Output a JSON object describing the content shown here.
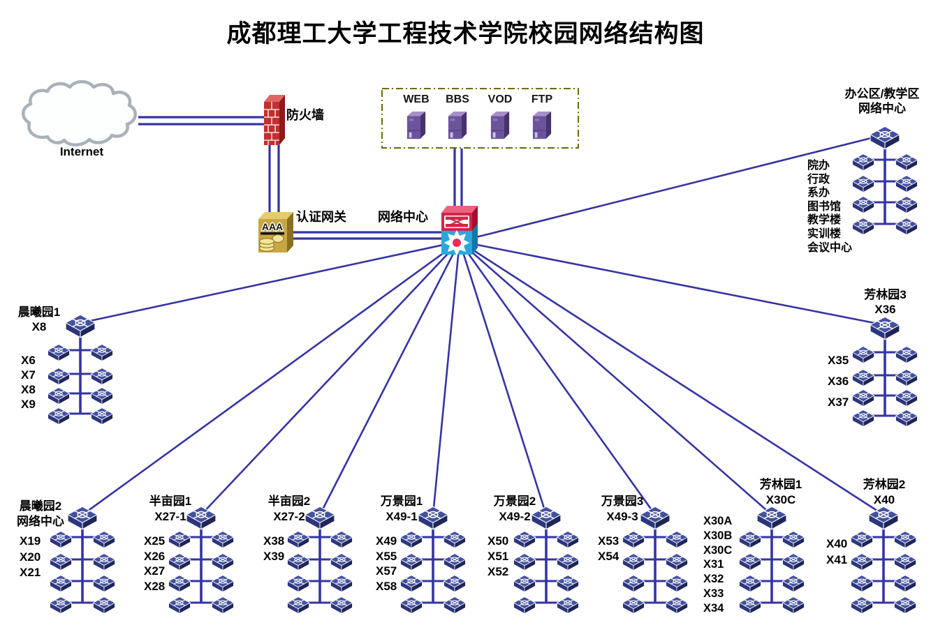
{
  "title": "成都理工大学工程技术学院校园网络结构图",
  "internet": {
    "label": "Internet"
  },
  "firewall": {
    "label": "防火墙"
  },
  "gateway": {
    "label": "认证网关",
    "badge": "AAA"
  },
  "core": {
    "label": "网络中心"
  },
  "server_group": {
    "servers": [
      {
        "label": "WEB"
      },
      {
        "label": "BBS"
      },
      {
        "label": "VOD"
      },
      {
        "label": "FTP"
      }
    ]
  },
  "clusters": [
    {
      "id": "chenxiyuan1",
      "name": "晨曦园1",
      "subtitle": "X8",
      "ports": [
        "X6",
        "X7",
        "X8",
        "X9"
      ]
    },
    {
      "id": "office-teaching",
      "name": "办公区/教学区",
      "subtitle": "网络中心",
      "ports": [
        "院办",
        "行政",
        "系办",
        "图书馆",
        "教学楼",
        "实训楼",
        "会议中心"
      ]
    },
    {
      "id": "fanglinyuan3",
      "name": "芳林园3",
      "subtitle": "X36",
      "ports": [
        "X35",
        "X36",
        "X37"
      ]
    },
    {
      "id": "chenxiyuan2",
      "name": "晨曦园2",
      "subtitle": "网络中心",
      "ports": [
        "X19",
        "X20",
        "X21"
      ]
    },
    {
      "id": "banmuyuan1",
      "name": "半亩园1",
      "subtitle": "X27-1",
      "ports": [
        "X25",
        "X26",
        "X27",
        "X28"
      ]
    },
    {
      "id": "banmuyuan2",
      "name": "半亩园2",
      "subtitle": "X27-2",
      "ports": [
        "X38",
        "X39"
      ]
    },
    {
      "id": "wanjingyuan1",
      "name": "万景园1",
      "subtitle": "X49-1",
      "ports": [
        "X49",
        "X55",
        "X57",
        "X58"
      ]
    },
    {
      "id": "wanjingyuan2",
      "name": "万景园2",
      "subtitle": "X49-2",
      "ports": [
        "X50",
        "X51",
        "X52"
      ]
    },
    {
      "id": "wanjingyuan3",
      "name": "万景园3",
      "subtitle": "X49-3",
      "ports": [
        "X53",
        "X54"
      ]
    },
    {
      "id": "fanglinyuan1",
      "name": "芳林园1",
      "subtitle": "X30C",
      "ports": [
        "X30A",
        "X30B",
        "X30C",
        "X31",
        "X32",
        "X33",
        "X34"
      ]
    },
    {
      "id": "fanglinyuan2",
      "name": "芳林园2",
      "subtitle": "X40",
      "ports": [
        "X40",
        "X41"
      ]
    }
  ],
  "colors": {
    "link": "#3434A3",
    "switch_top": "#44519E",
    "core_red": "#D62246",
    "core_blue": "#29A8DE",
    "firewall_red": "#C62E2E",
    "gateway_gold": "#C9A644",
    "server_purple": "#6C549C",
    "server_box_border": "#6E6A00",
    "cloud_gray": "#A9B1B9"
  }
}
